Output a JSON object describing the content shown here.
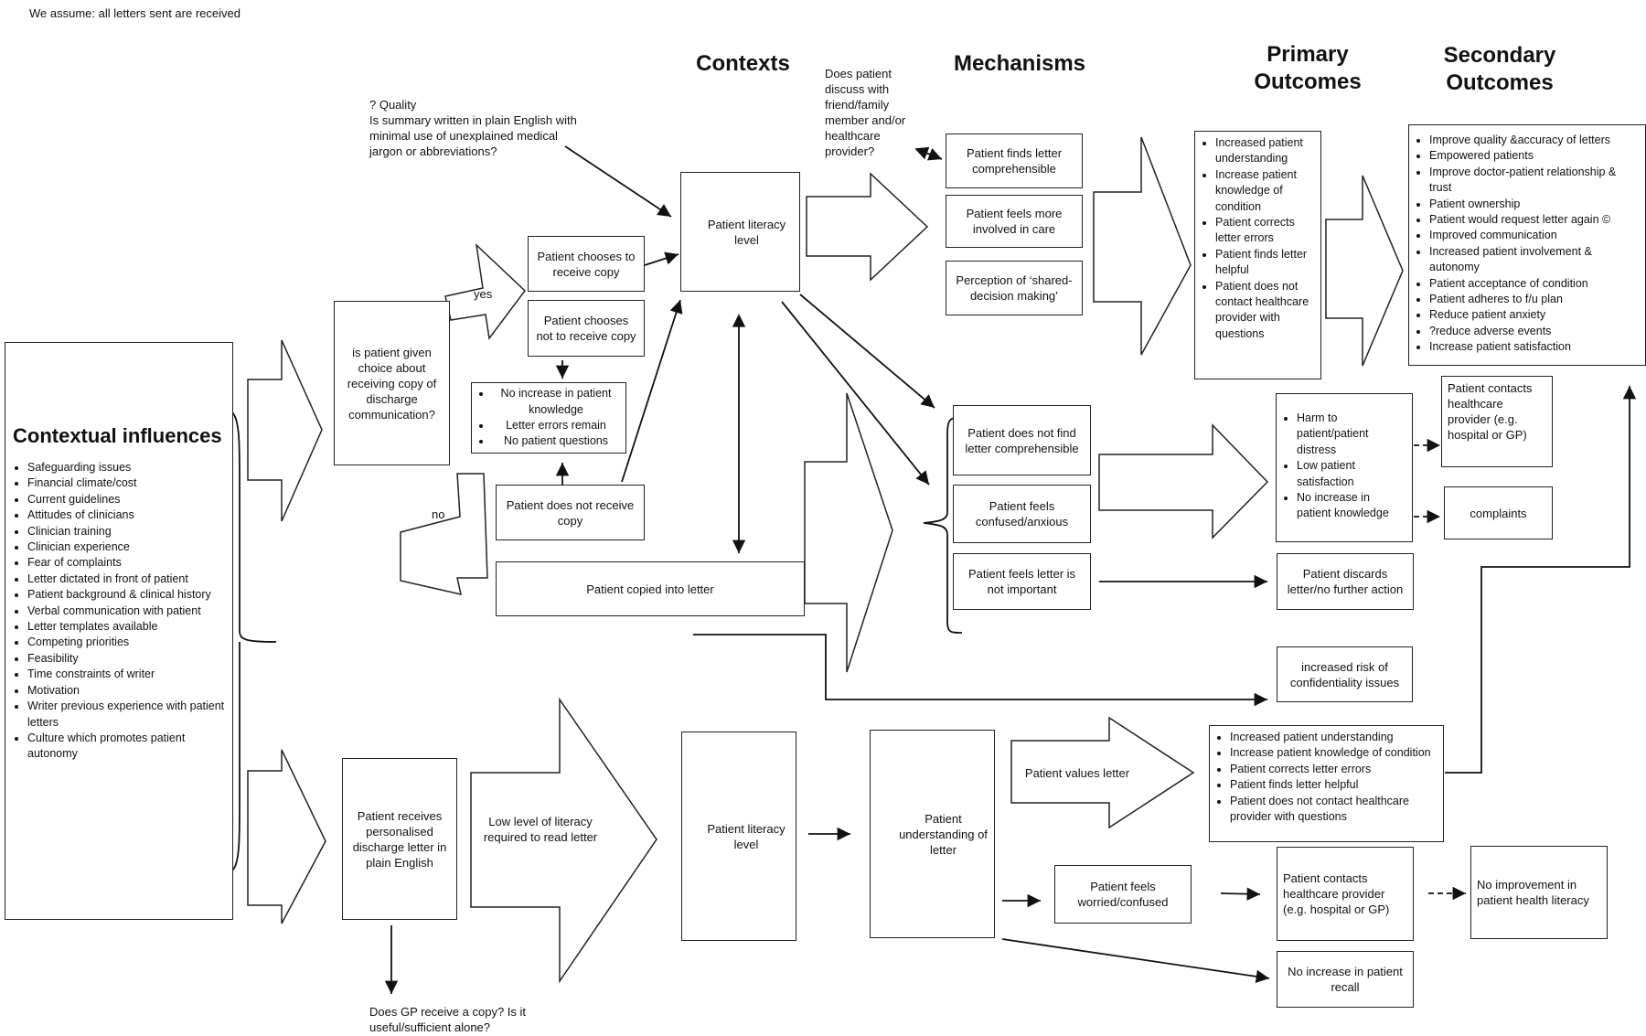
{
  "note": "We assume: all letters sent are received",
  "headers": {
    "contexts": "Contexts",
    "mechanisms": "Mechanisms",
    "primary": "Primary Outcomes",
    "secondary": "Secondary Outcomes"
  },
  "contextual": {
    "title": "Contextual influences",
    "items": [
      "Safeguarding issues",
      "Financial climate/cost",
      "Current guidelines",
      "Attitudes of clinicians",
      "Clinician training",
      "Clinician experience",
      "Fear of complaints",
      "Letter dictated in front of patient",
      "Patient background & clinical history",
      "Verbal communication with patient",
      "Letter templates available",
      "Competing priorities",
      "Feasibility",
      "Time constraints of writer",
      "Motivation",
      "Writer previous experience with patient letters",
      "Culture which promotes patient autonomy"
    ]
  },
  "quality_note": "? Quality\nIs summary written in plain English with minimal use of unexplained medical jargon or abbreviations?",
  "discuss_note": "Does patient discuss with friend/family member and/or healthcare provider?",
  "gp_note": "Does GP receive a copy? Is it useful/sufficient alone?",
  "choice_box": "is patient given choice about receiving copy of discharge communication?",
  "yes_label": "yes",
  "no_label": "no",
  "chooses_receive": "Patient chooses to receive copy",
  "chooses_not": "Patient chooses not to receive copy",
  "no_increase_list": [
    "No increase in patient knowledge",
    "Letter errors remain",
    "No patient questions"
  ],
  "not_receive": "Patient does not receive copy",
  "copied_into": "Patient copied into letter",
  "literacy_top": "Patient literacy level",
  "mech_positive": [
    "Patient finds letter comprehensible",
    "Patient feels more involved in care",
    "Perception of ‘shared-decision making’"
  ],
  "mech_negative": [
    "Patient does not find letter comprehensible",
    "Patient feels confused/anxious",
    "Patient feels letter is not important"
  ],
  "primary_top": [
    "Increased patient understanding",
    "Increase patient knowledge of condition",
    "Patient corrects letter errors",
    "Patient finds letter helpful",
    "Patient does not contact healthcare provider with questions"
  ],
  "secondary_top": [
    "Improve quality &accuracy of letters",
    "Empowered patients",
    "Improve doctor-patient relationship & trust",
    "Patient ownership",
    "Patient would request letter again ©",
    "Improved communication",
    "Increased patient involvement & autonomy",
    "Patient acceptance of condition",
    "Patient adheres to f/u plan",
    "Reduce patient anxiety",
    "?reduce adverse events",
    "Increase patient satisfaction"
  ],
  "harm_list": [
    "Harm to patient/patient distress",
    "Low patient satisfaction",
    "No increase in patient knowledge"
  ],
  "contacts_provider_top": "Patient contacts healthcare provider (e.g. hospital or GP)",
  "complaints": "complaints",
  "discards": "Patient discards letter/no further action",
  "confidentiality": "increased risk of confidentiality issues",
  "receives_personalised": "Patient receives personalised discharge letter in plain English",
  "low_literacy": "Low level of literacy required to read letter",
  "literacy_bottom": "Patient literacy level",
  "understanding": "Patient understanding of letter",
  "values_letter": "Patient values letter",
  "primary_bottom": [
    "Increased patient understanding",
    "Increase patient knowledge of condition",
    "Patient corrects letter errors",
    "Patient finds letter helpful",
    "Patient does not contact healthcare provider with questions"
  ],
  "worried": "Patient feels worried/confused",
  "contacts_provider_bottom": "Patient contacts healthcare provider (e.g. hospital or GP)",
  "no_improvement": "No improvement in patient health literacy",
  "no_recall": "No increase in patient recall"
}
